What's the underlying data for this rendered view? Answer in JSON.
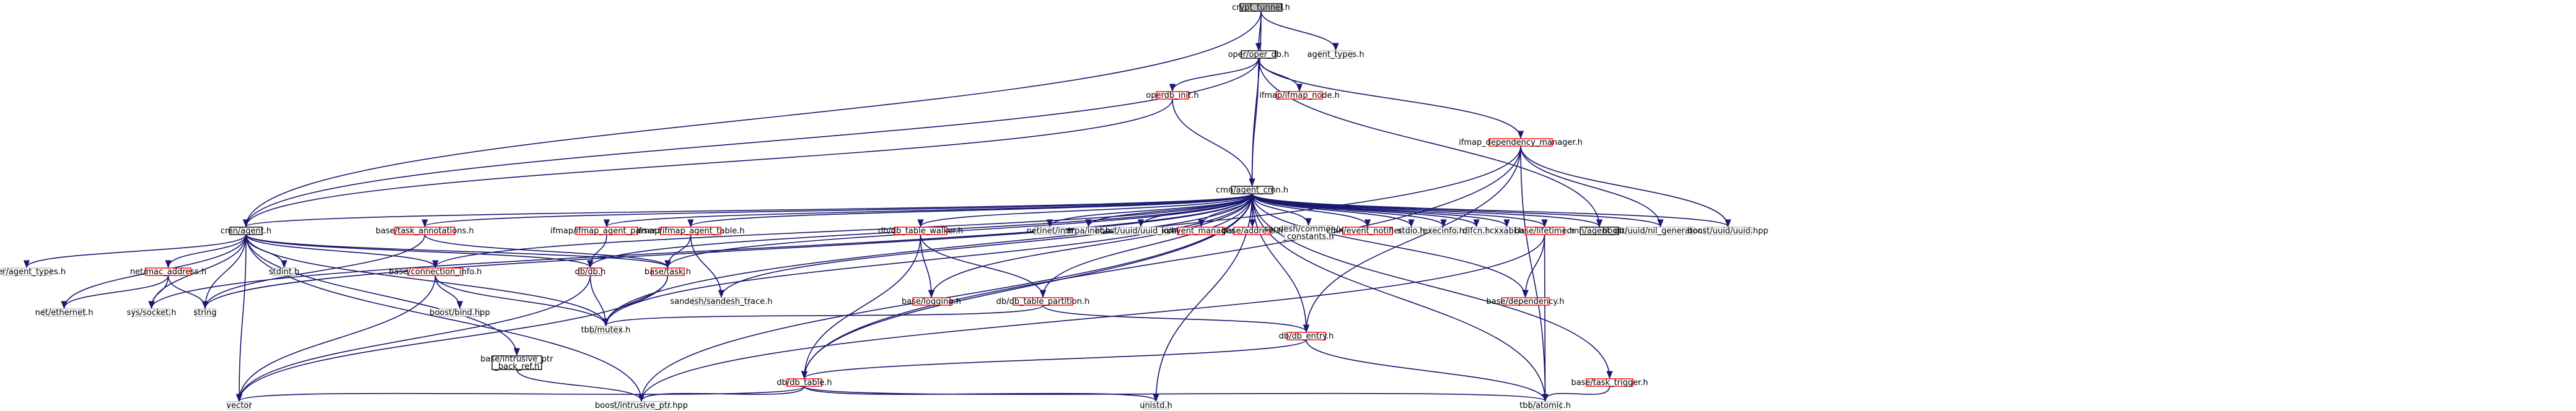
{
  "colors": {
    "edge": "#191970",
    "root_fill": "#bfbfbf",
    "documented_border": "#000000",
    "undocumented_border": "#ff0000",
    "system_border": "#bfbfbf",
    "node_fill": "#ffffff",
    "text": "#000000"
  },
  "nodes": [
    {
      "id": "crypt_tunnel",
      "label": [
        "crypt_tunnel.h"
      ],
      "kind": "root"
    },
    {
      "id": "oper_db",
      "label": [
        "oper/oper_db.h"
      ],
      "kind": "documented"
    },
    {
      "id": "agent_types",
      "label": [
        "agent_types.h"
      ],
      "kind": "system"
    },
    {
      "id": "operdb_init",
      "label": [
        "operdb_init.h"
      ],
      "kind": "undocumented"
    },
    {
      "id": "ifmap_node",
      "label": [
        "ifmap/ifmap_node.h"
      ],
      "kind": "undocumented"
    },
    {
      "id": "ifmap_dependency_manager",
      "label": [
        "ifmap_dependency_manager.h"
      ],
      "kind": "undocumented"
    },
    {
      "id": "agent_cmn",
      "label": [
        "cmn/agent_cmn.h"
      ],
      "kind": "documented"
    },
    {
      "id": "cmn_agent",
      "label": [
        "cmn/agent.h"
      ],
      "kind": "documented"
    },
    {
      "id": "task_annotations",
      "label": [
        "base/task_annotations.h"
      ],
      "kind": "undocumented"
    },
    {
      "id": "ifmap_agent_parser",
      "label": [
        "ifmap/ifmap_agent_parser.h"
      ],
      "kind": "undocumented"
    },
    {
      "id": "ifmap_agent_table",
      "label": [
        "ifmap/ifmap_agent_table.h"
      ],
      "kind": "undocumented"
    },
    {
      "id": "db_table_walker",
      "label": [
        "db/db_table_walker.h"
      ],
      "kind": "undocumented"
    },
    {
      "id": "netinet_in",
      "label": [
        "netinet/in.h"
      ],
      "kind": "system"
    },
    {
      "id": "arpa_inet",
      "label": [
        "arpa/inet.h"
      ],
      "kind": "system"
    },
    {
      "id": "uuid_io",
      "label": [
        "boost/uuid/uuid_io.hpp"
      ],
      "kind": "system"
    },
    {
      "id": "event_manager",
      "label": [
        "io/event_manager.h"
      ],
      "kind": "undocumented"
    },
    {
      "id": "base_address",
      "label": [
        "base/address.h"
      ],
      "kind": "undocumented"
    },
    {
      "id": "vns_constants",
      "label": [
        "sandesh/common/vns",
        "_constants.h"
      ],
      "kind": "system"
    },
    {
      "id": "event_notifier",
      "label": [
        "cmn/event_notifier.h"
      ],
      "kind": "undocumented"
    },
    {
      "id": "stdio",
      "label": [
        "stdio.h"
      ],
      "kind": "system"
    },
    {
      "id": "execinfo",
      "label": [
        "execinfo.h"
      ],
      "kind": "system"
    },
    {
      "id": "dlfcn",
      "label": [
        "dlfcn.h"
      ],
      "kind": "system"
    },
    {
      "id": "cxxabi",
      "label": [
        "cxxabi.h"
      ],
      "kind": "system"
    },
    {
      "id": "base_lifetime",
      "label": [
        "base/lifetime.h"
      ],
      "kind": "undocumented"
    },
    {
      "id": "cmn_agent_db",
      "label": [
        "cmn/agent_db.h"
      ],
      "kind": "documented"
    },
    {
      "id": "nil_generator",
      "label": [
        "boost/uuid/nil_generator.hpp"
      ],
      "kind": "system"
    },
    {
      "id": "uuid_hpp",
      "label": [
        "boost/uuid/uuid.hpp"
      ],
      "kind": "system"
    },
    {
      "id": "oper_agent_types",
      "label": [
        "oper/agent_types.h"
      ],
      "kind": "system"
    },
    {
      "id": "mac_address",
      "label": [
        "net/mac_address.h"
      ],
      "kind": "undocumented"
    },
    {
      "id": "stdint",
      "label": [
        "stdint.h"
      ],
      "kind": "system"
    },
    {
      "id": "connection_info",
      "label": [
        "base/connection_info.h"
      ],
      "kind": "undocumented"
    },
    {
      "id": "db_db",
      "label": [
        "db/db.h"
      ],
      "kind": "undocumented"
    },
    {
      "id": "base_task",
      "label": [
        "base/task.h"
      ],
      "kind": "undocumented"
    },
    {
      "id": "sandesh_trace",
      "label": [
        "sandesh/sandesh_trace.h"
      ],
      "kind": "system"
    },
    {
      "id": "base_logging",
      "label": [
        "base/logging.h"
      ],
      "kind": "undocumented"
    },
    {
      "id": "db_table_partition",
      "label": [
        "db/db_table_partition.h"
      ],
      "kind": "undocumented"
    },
    {
      "id": "base_dependency",
      "label": [
        "base/dependency.h"
      ],
      "kind": "undocumented"
    },
    {
      "id": "net_ethernet",
      "label": [
        "net/ethernet.h"
      ],
      "kind": "system"
    },
    {
      "id": "sys_socket",
      "label": [
        "sys/socket.h"
      ],
      "kind": "system"
    },
    {
      "id": "string",
      "label": [
        "string"
      ],
      "kind": "system"
    },
    {
      "id": "boost_bind",
      "label": [
        "boost/bind.hpp"
      ],
      "kind": "system"
    },
    {
      "id": "tbb_mutex",
      "label": [
        "tbb/mutex.h"
      ],
      "kind": "system"
    },
    {
      "id": "db_entry",
      "label": [
        "db/db_entry.h"
      ],
      "kind": "undocumented"
    },
    {
      "id": "intrusive_ptr_back_ref",
      "label": [
        "base/intrusive_ptr",
        "_back_ref.h"
      ],
      "kind": "documented"
    },
    {
      "id": "db_table",
      "label": [
        "db/db_table.h"
      ],
      "kind": "undocumented"
    },
    {
      "id": "task_trigger",
      "label": [
        "base/task_trigger.h"
      ],
      "kind": "undocumented"
    },
    {
      "id": "vector",
      "label": [
        "vector"
      ],
      "kind": "system"
    },
    {
      "id": "intrusive_ptr_hpp",
      "label": [
        "boost/intrusive_ptr.hpp"
      ],
      "kind": "system"
    },
    {
      "id": "uniststd",
      "label": [
        "unistd.h"
      ],
      "kind": "system"
    },
    {
      "id": "tbb_atomic",
      "label": [
        "tbb/atomic.h"
      ],
      "kind": "system"
    }
  ]
}
